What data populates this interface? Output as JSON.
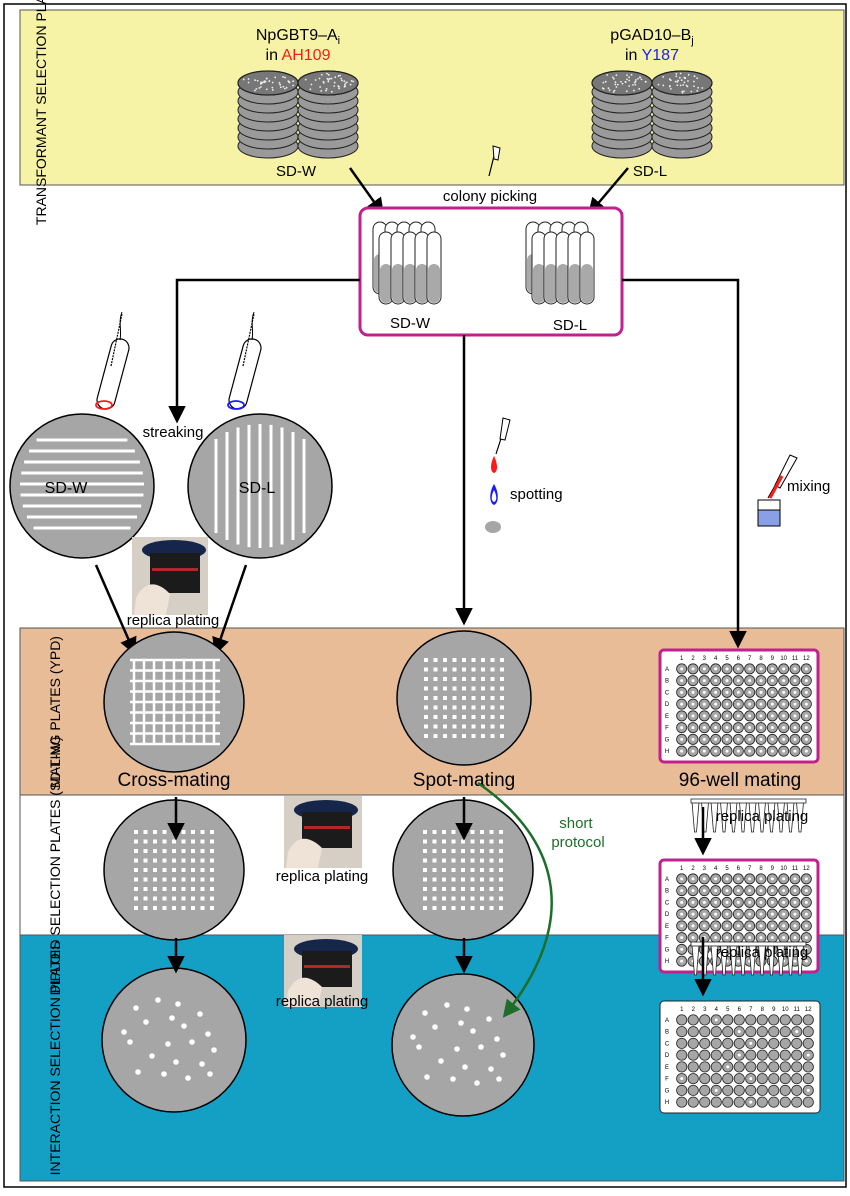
{
  "colors": {
    "transformant_band": "#f7f3a6",
    "mating_band": "#e8bc97",
    "interaction_band": "#149fc5",
    "plate_gray": "#a6a6a6",
    "magenta": "#c0228d",
    "strain_ah109": "#ff1a1a",
    "strain_y187": "#1a1aff",
    "short_protocol_green": "#1d6e2a"
  },
  "bands": {
    "transformant": "TRANSFORMANT SELECTION PLATES",
    "mating": "MATING PLATES (YPD)",
    "diploid": "DIPLOID SELECTION PLATES (SD-L-W)",
    "interaction": "INTERACTION SELECTION PLATES"
  },
  "strains": {
    "left_construct": "NpGBT9–A",
    "left_subscript": "i",
    "left_in": "in",
    "left_strain": "AH109",
    "right_construct": "pGAD10–B",
    "right_subscript": "j",
    "right_in": "in",
    "right_strain": "Y187"
  },
  "media": {
    "sd_w": "SD-W",
    "sd_l": "SD-L"
  },
  "steps": {
    "colony_picking": "colony picking",
    "streaking": "streaking",
    "spotting": "spotting",
    "mixing": "mixing",
    "replica_plating": "replica plating",
    "short_protocol_line1": "short",
    "short_protocol_line2": "protocol"
  },
  "methods": {
    "cross": "Cross-mating",
    "spot": "Spot-mating",
    "well": "96-well mating"
  },
  "well_plate": {
    "columns": [
      "1",
      "2",
      "3",
      "4",
      "5",
      "6",
      "7",
      "8",
      "9",
      "10",
      "11",
      "12"
    ],
    "rows": [
      "A",
      "B",
      "C",
      "D",
      "E",
      "F",
      "G",
      "H"
    ]
  }
}
